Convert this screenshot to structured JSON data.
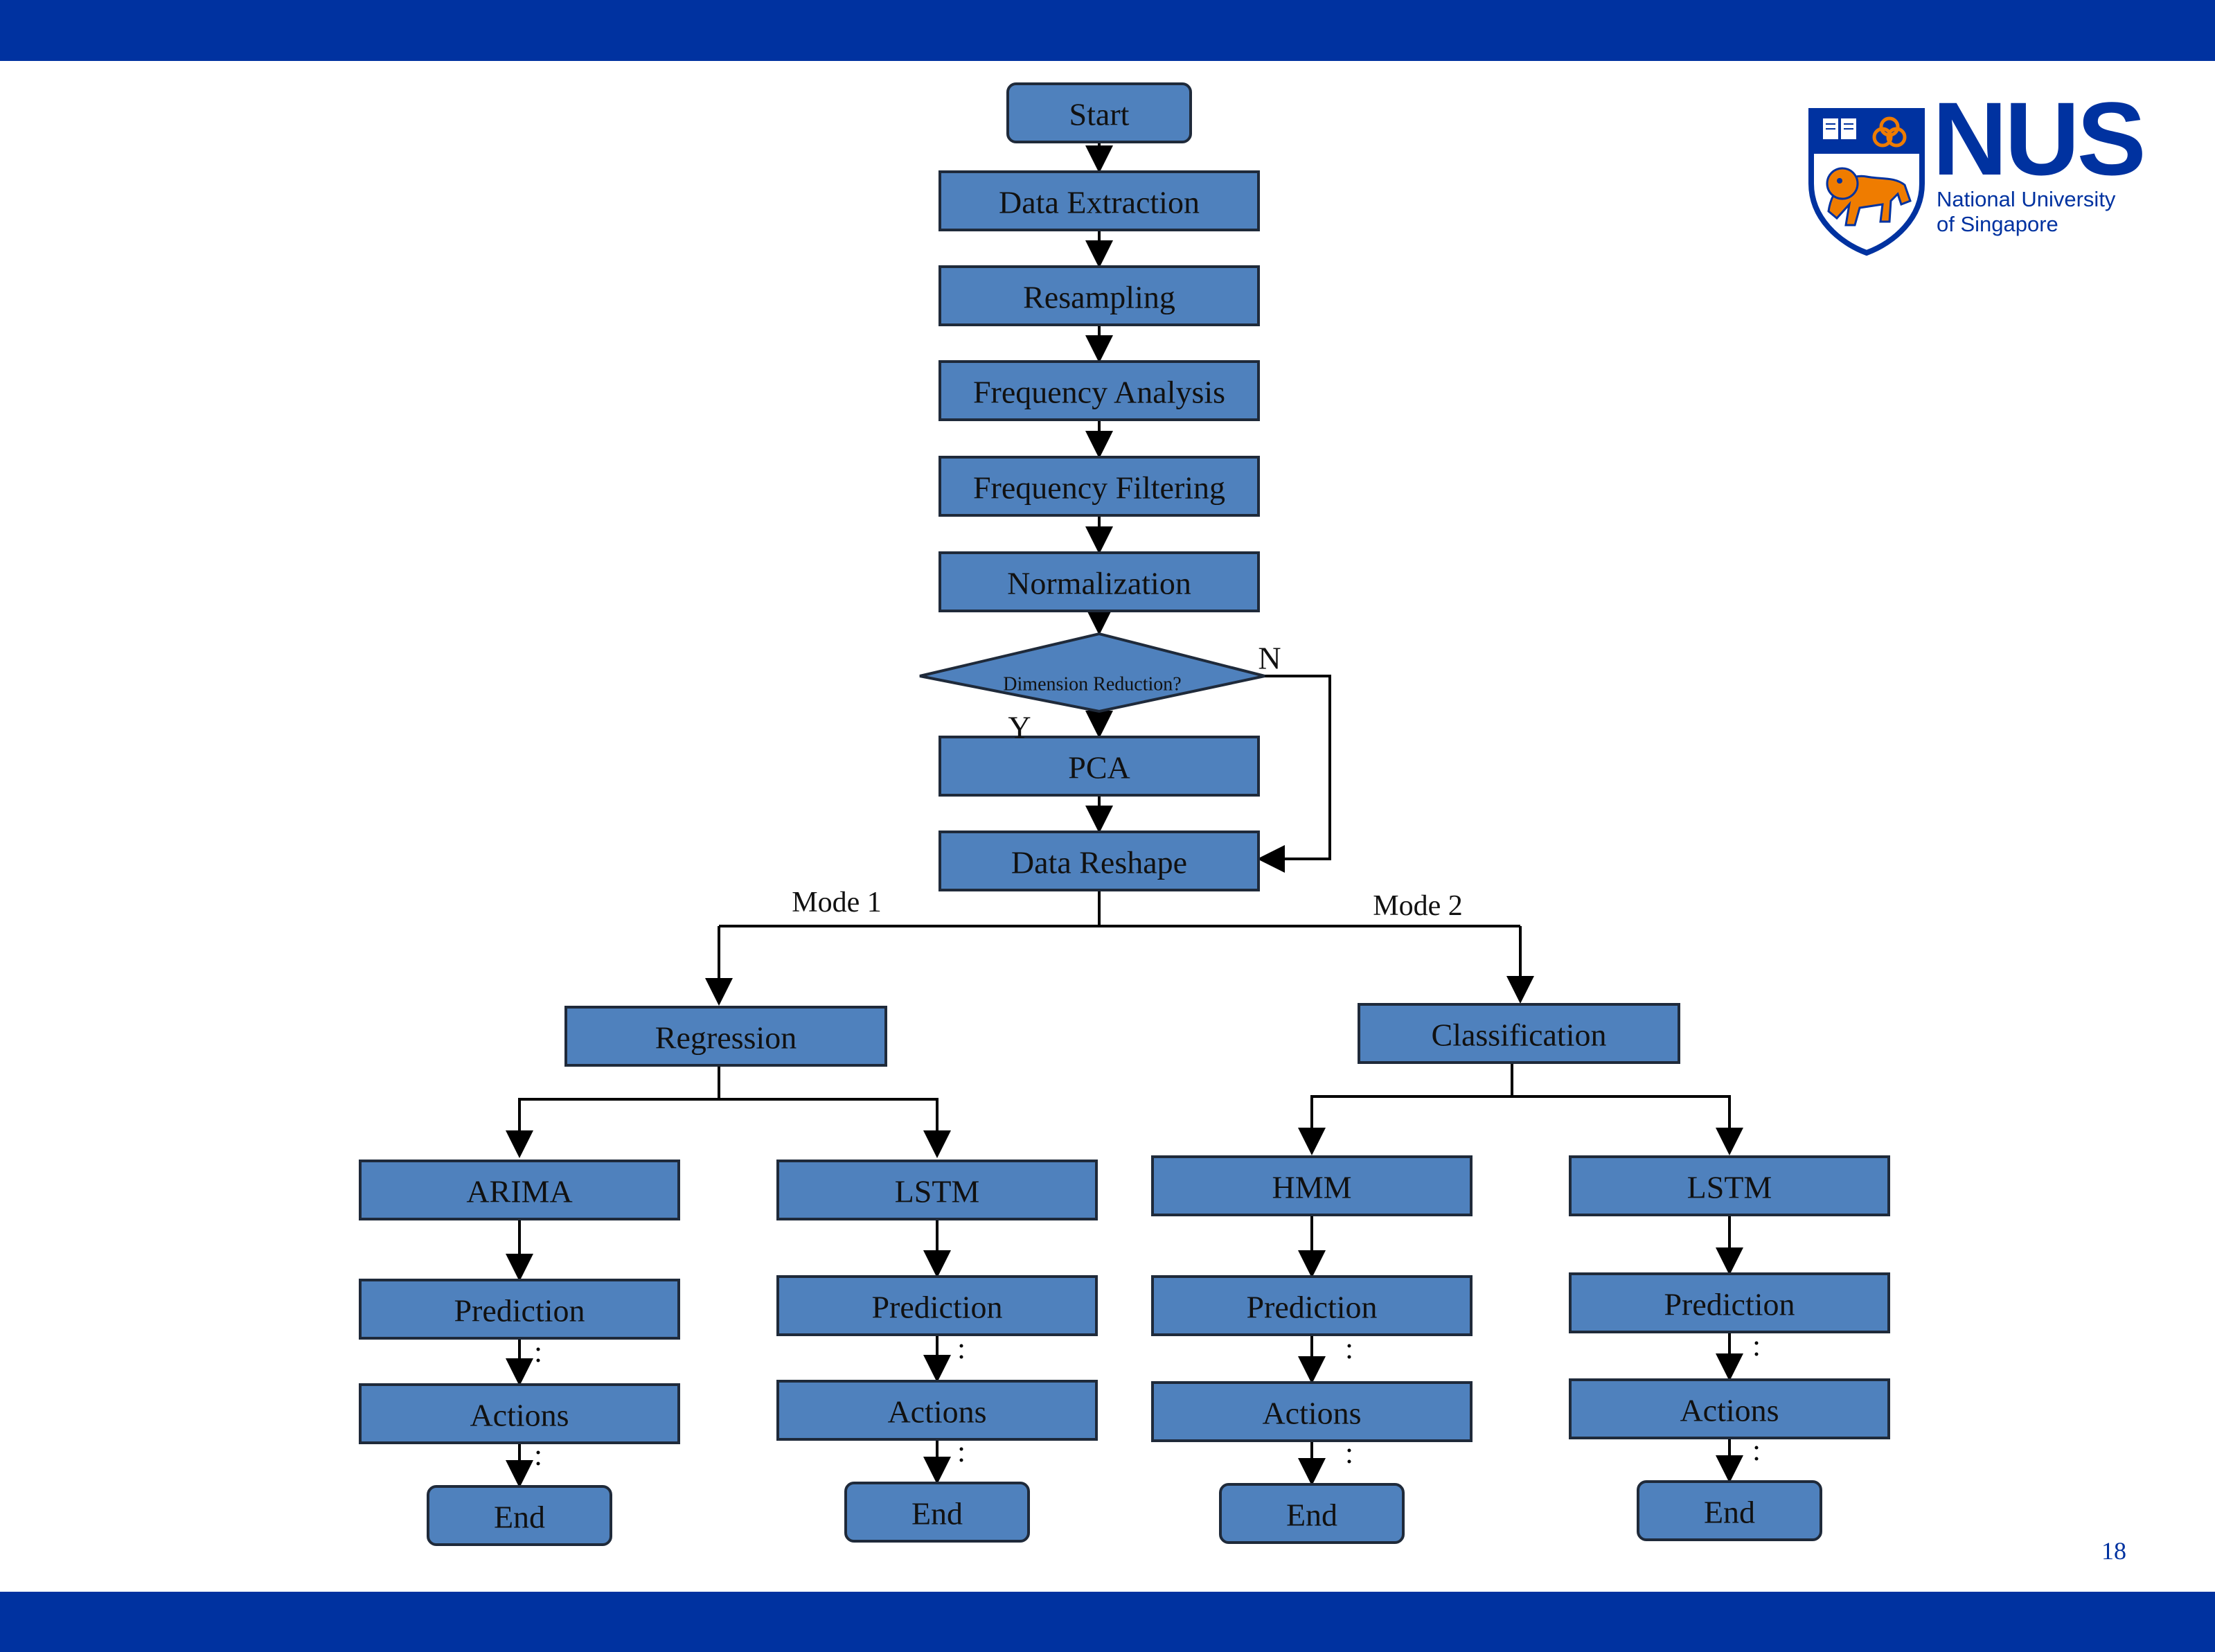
{
  "slide": {
    "page_number": "18",
    "colors": {
      "band": "#0032A0",
      "box_fill": "#4F81BD",
      "box_stroke": "#1F2A3A",
      "lion": "#EF7C00"
    }
  },
  "logo": {
    "wordmark": "NUS",
    "line1": "National University",
    "line2": "of Singapore",
    "crest_icons": [
      "book-icon",
      "rings-icon",
      "lion-icon"
    ]
  },
  "flow": {
    "start": "Start",
    "data_extraction": "Data Extraction",
    "resampling": "Resampling",
    "frequency_analysis": "Frequency Analysis",
    "frequency_filtering": "Frequency Filtering",
    "normalization": "Normalization",
    "decision": "Dimension Reduction?",
    "yes_label": "Y",
    "no_label": "N",
    "pca": "PCA",
    "data_reshape": "Data Reshape",
    "mode1": "Mode 1",
    "mode2": "Mode 2",
    "regression": "Regression",
    "classification": "Classification",
    "branches": [
      {
        "model": "ARIMA",
        "prediction": "Prediction",
        "actions": "Actions",
        "end": "End"
      },
      {
        "model": "LSTM",
        "prediction": "Prediction",
        "actions": "Actions",
        "end": "End"
      },
      {
        "model": "HMM",
        "prediction": "Prediction",
        "actions": "Actions",
        "end": "End"
      },
      {
        "model": "LSTM",
        "prediction": "Prediction",
        "actions": "Actions",
        "end": "End"
      }
    ]
  }
}
